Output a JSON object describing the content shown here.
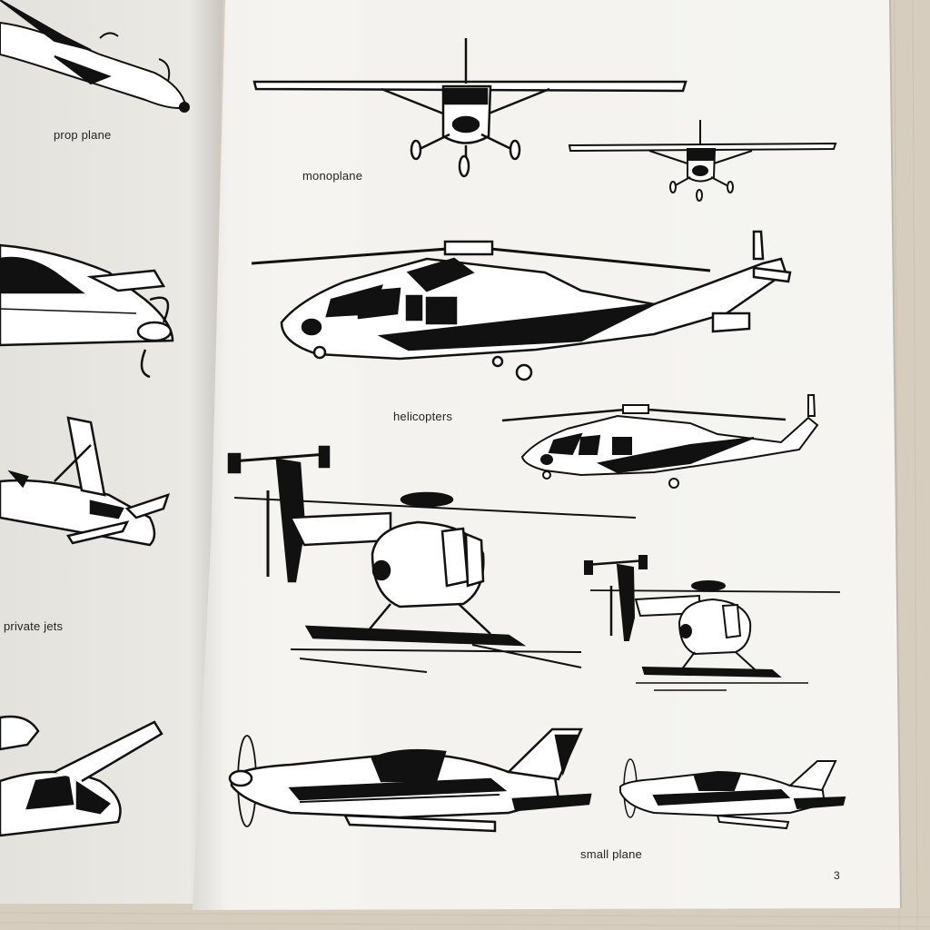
{
  "book": {
    "left_page": {
      "labels": {
        "prop_plane": "prop plane",
        "private_jets": "private jets"
      }
    },
    "right_page": {
      "labels": {
        "monoplane": "monoplane",
        "helicopters": "helicopters",
        "small_plane": "small plane"
      },
      "page_number": "3"
    }
  },
  "colors": {
    "table": "#d7cfc2",
    "paper_left": "#e9e7e2",
    "paper_right": "#f4f3ef",
    "ink": "#111111"
  }
}
